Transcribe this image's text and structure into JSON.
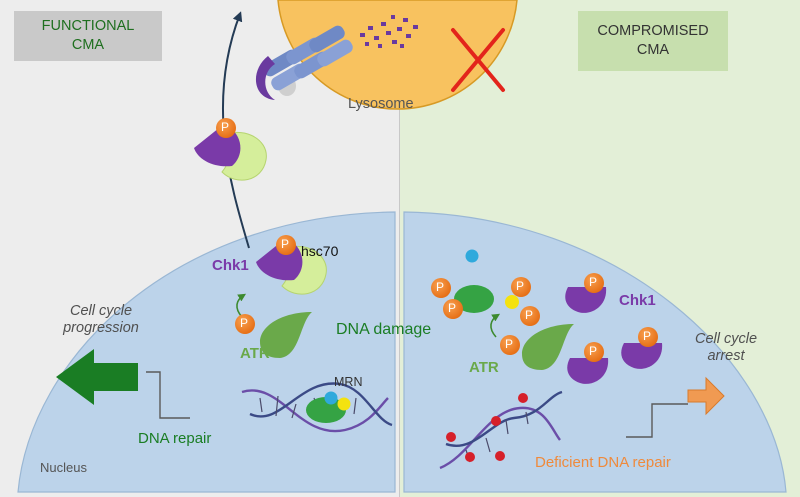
{
  "panels": {
    "left_title": "FUNCTIONAL\nCMA",
    "right_title": "COMPROMISED\nCMA"
  },
  "labels": {
    "lysosome": "Lysosome",
    "nucleus": "Nucleus",
    "hsc70": "hsc70",
    "chk1_left": "Chk1",
    "chk1_right": "Chk1",
    "atr_left": "ATR",
    "atr_right": "ATR",
    "dna_damage": "DNA damage",
    "mrn": "MRN",
    "dna_repair": "DNA repair",
    "deficient_repair": "Deficient DNA repair",
    "cell_cycle_progression": "Cell cycle\nprogression",
    "cell_cycle_arrest": "Cell cycle\narrest",
    "phospho": "P"
  },
  "colors": {
    "left_background": "#ededed",
    "right_background": "#e3efd7",
    "nucleus_fill": "#bcd3ea",
    "lysosome_fill": "#f8c25f",
    "chk1_purple": "#7a3aa8",
    "atr_green": "#6aa94a",
    "hsc70_green": "#d5ee9b",
    "phospho_orange": "#ee7c1f",
    "progression_arrow": "#1a7d24",
    "arrest_arrow": "#f09a52",
    "block_cross": "#e3241b",
    "deficient_text": "#ef8a3c"
  },
  "icons": [
    "up-arrow-icon",
    "cross-icon",
    "left-arrow-icon",
    "right-arrow-icon",
    "dna-helix-icon"
  ]
}
